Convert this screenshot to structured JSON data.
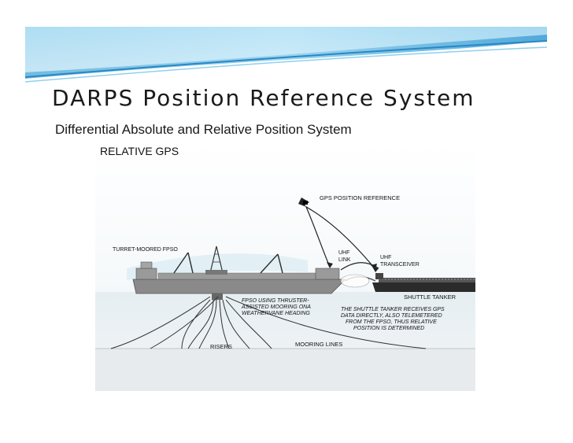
{
  "slide": {
    "title": "DARPS Position Reference System",
    "subtitle": "Differential Absolute and Relative Position System"
  },
  "diagram": {
    "heading": "RELATIVE GPS",
    "labels": {
      "gps_reference": "GPS POSITION REFERENCE",
      "turret_fpso": "TURRET-MOORED FPSO",
      "uhf_link": [
        "UHF",
        "LINK"
      ],
      "uhf_transceiver": [
        "UHF",
        "TRANSCEIVER"
      ],
      "shuttle_tanker": "SHUTTLE TANKER",
      "fpso_note": [
        "FPSO USING THRUSTER-",
        "ASSISTED MOORING ONA",
        "WEATHERVANE HEADING"
      ],
      "tanker_note": [
        "THE SHUTTLE TANKER RECEIVES GPS",
        "DATA DIRECTLY, ALSO TELEMETERED",
        "FROM THE FPSO, THUS RELATIVE",
        "POSITION IS DETERMINED"
      ],
      "risers": "RISERS",
      "mooring_lines": "MOORING LINES"
    }
  },
  "colors": {
    "banner_dark": "#2f8fc7",
    "banner_light": "#bfe6f7",
    "sea": "#dfeaf0",
    "seabed": "#e9ecee",
    "hull": "#7d7d7d"
  }
}
